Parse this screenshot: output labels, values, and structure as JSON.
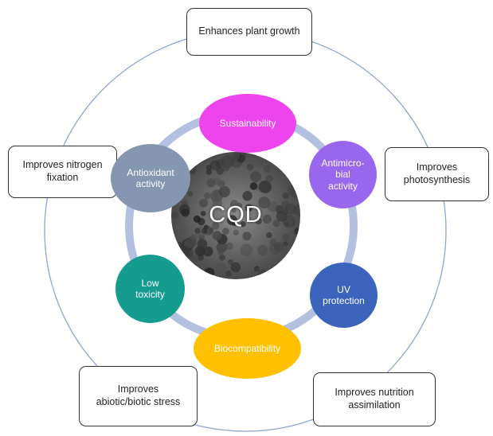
{
  "center": {
    "label": "CQD"
  },
  "outer_boxes": {
    "enhances_growth": "Enhances plant growth",
    "photosynthesis": "Improves\nphotosynthesis",
    "nutrition": "Improves nutrition\nassimilation",
    "stress": "Improves\nabiotic/biotic stress",
    "nitrogen": "Improves nitrogen\nfixation"
  },
  "benefits": {
    "sustainability": "Sustainability",
    "antimicrobial": "Antimicro-\nbial\nactivity",
    "uv": "UV\nprotection",
    "biocompatibility": "Biocompatibility",
    "low_toxicity": "Low\ntoxicity",
    "antioxidant": "Antioxidant\nactivity"
  },
  "colors": {
    "sustainability": "#ee44ee",
    "antimicrobial": "#9966ee",
    "uv": "#3c64bd",
    "biocompatibility": "#ffc000",
    "low_toxicity": "#169b8f",
    "antioxidant": "#8496b0",
    "ring": "#b4c0e0",
    "outer_circle": "#8ea5cf"
  }
}
